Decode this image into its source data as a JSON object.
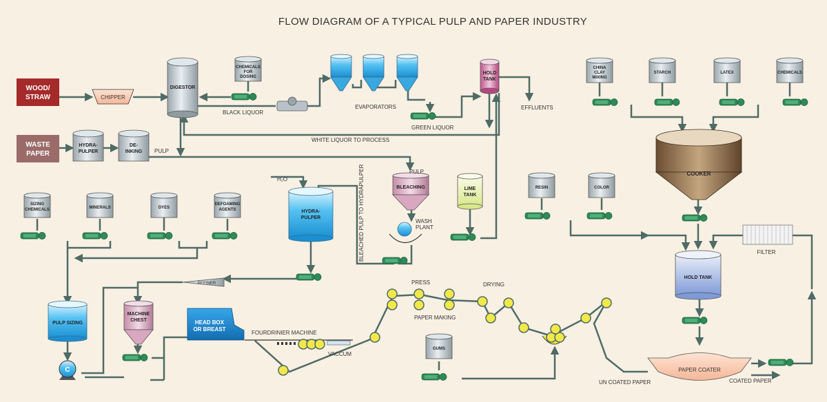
{
  "title": "FLOW DIAGRAM OF A TYPICAL PULP AND PAPER INDUSTRY",
  "sources": {
    "wood_straw": [
      "WOOD/",
      "STRAW"
    ],
    "waste_paper": [
      "WASTE",
      "PAPER"
    ]
  },
  "units": {
    "chipper": "CHIPPER",
    "digestor": "DIGESTOR",
    "chemicals_dosing": [
      "CHEMICALS",
      "FOR",
      "DOSING"
    ],
    "evaporators": "EVAPORATORS",
    "hold_tank_top": [
      "HOLD",
      "TANK"
    ],
    "hydrapulper_small": [
      "HYDRA-",
      "PULPER"
    ],
    "deinking": [
      "DE-",
      "INKING"
    ],
    "bleaching": "BLEACHING",
    "wash_plant": [
      "WASH",
      "PLANT"
    ],
    "lime_tank": [
      "LIME",
      "TANK"
    ],
    "china_clay": [
      "CHINA",
      "CLAY",
      "MIXING"
    ],
    "starch": "STARCH",
    "latex": "LATEX",
    "chemicals": "CHEMICALS",
    "cooker": "COOKER",
    "resin": "RESIN",
    "color": "COLOR",
    "filter": "FILTER",
    "hold_tank_right": "HOLD TANK",
    "sizing_chemicals": [
      "SIZING",
      "CHEMICALS"
    ],
    "minerals": "MINERALS",
    "dyes": "DYES",
    "defoaming_agents": [
      "DEFOAMING",
      "AGENTS"
    ],
    "hydrapulper_big": [
      "HYDRA-",
      "PULPER"
    ],
    "refiner": "REFINER",
    "pulp_sizing": "PULP SIZING",
    "machine_chest": [
      "MACHINE",
      "CHEST"
    ],
    "centrifuge": "C",
    "head_box": [
      "HEAD BOX",
      "OR BREAST"
    ],
    "gums": "GUMS",
    "paper_coater": "PAPER COATER"
  },
  "labels": {
    "black_liquor": "BLACK LIQUOR",
    "green_liquor": "GREEN LIQUOR",
    "effluents": "EFFLUENTS",
    "white_liquor": "WHITE LIQUOR TO PROCESS",
    "pulp_1": "PULP",
    "pulp_2": "PULP",
    "h2o": "H₂O",
    "bleached_pulp": "BLEACHED PULP TO HYDRAPULPER",
    "fourdrinier": "FOURDRINIER MACHINE",
    "vaccum": "VACCUM",
    "press": "PRESS",
    "drying": "DRYING",
    "paper_making": "PAPER MAKING",
    "uncoated": "UN COATED PAPER",
    "coated": "COATED PAPER"
  },
  "colors": {
    "background": "#f8f0e3",
    "pipe": "#4f6b66",
    "tank_grey": "#c9d3d8",
    "tank_blue": "#3aa8e0",
    "pump_green": "#2e8b57",
    "brick_red": "#a52a2a",
    "cooker_brown": "#8b6b4a",
    "roller_yellow": "#f2e84a",
    "head_box_blue": "#1f8fd6"
  }
}
